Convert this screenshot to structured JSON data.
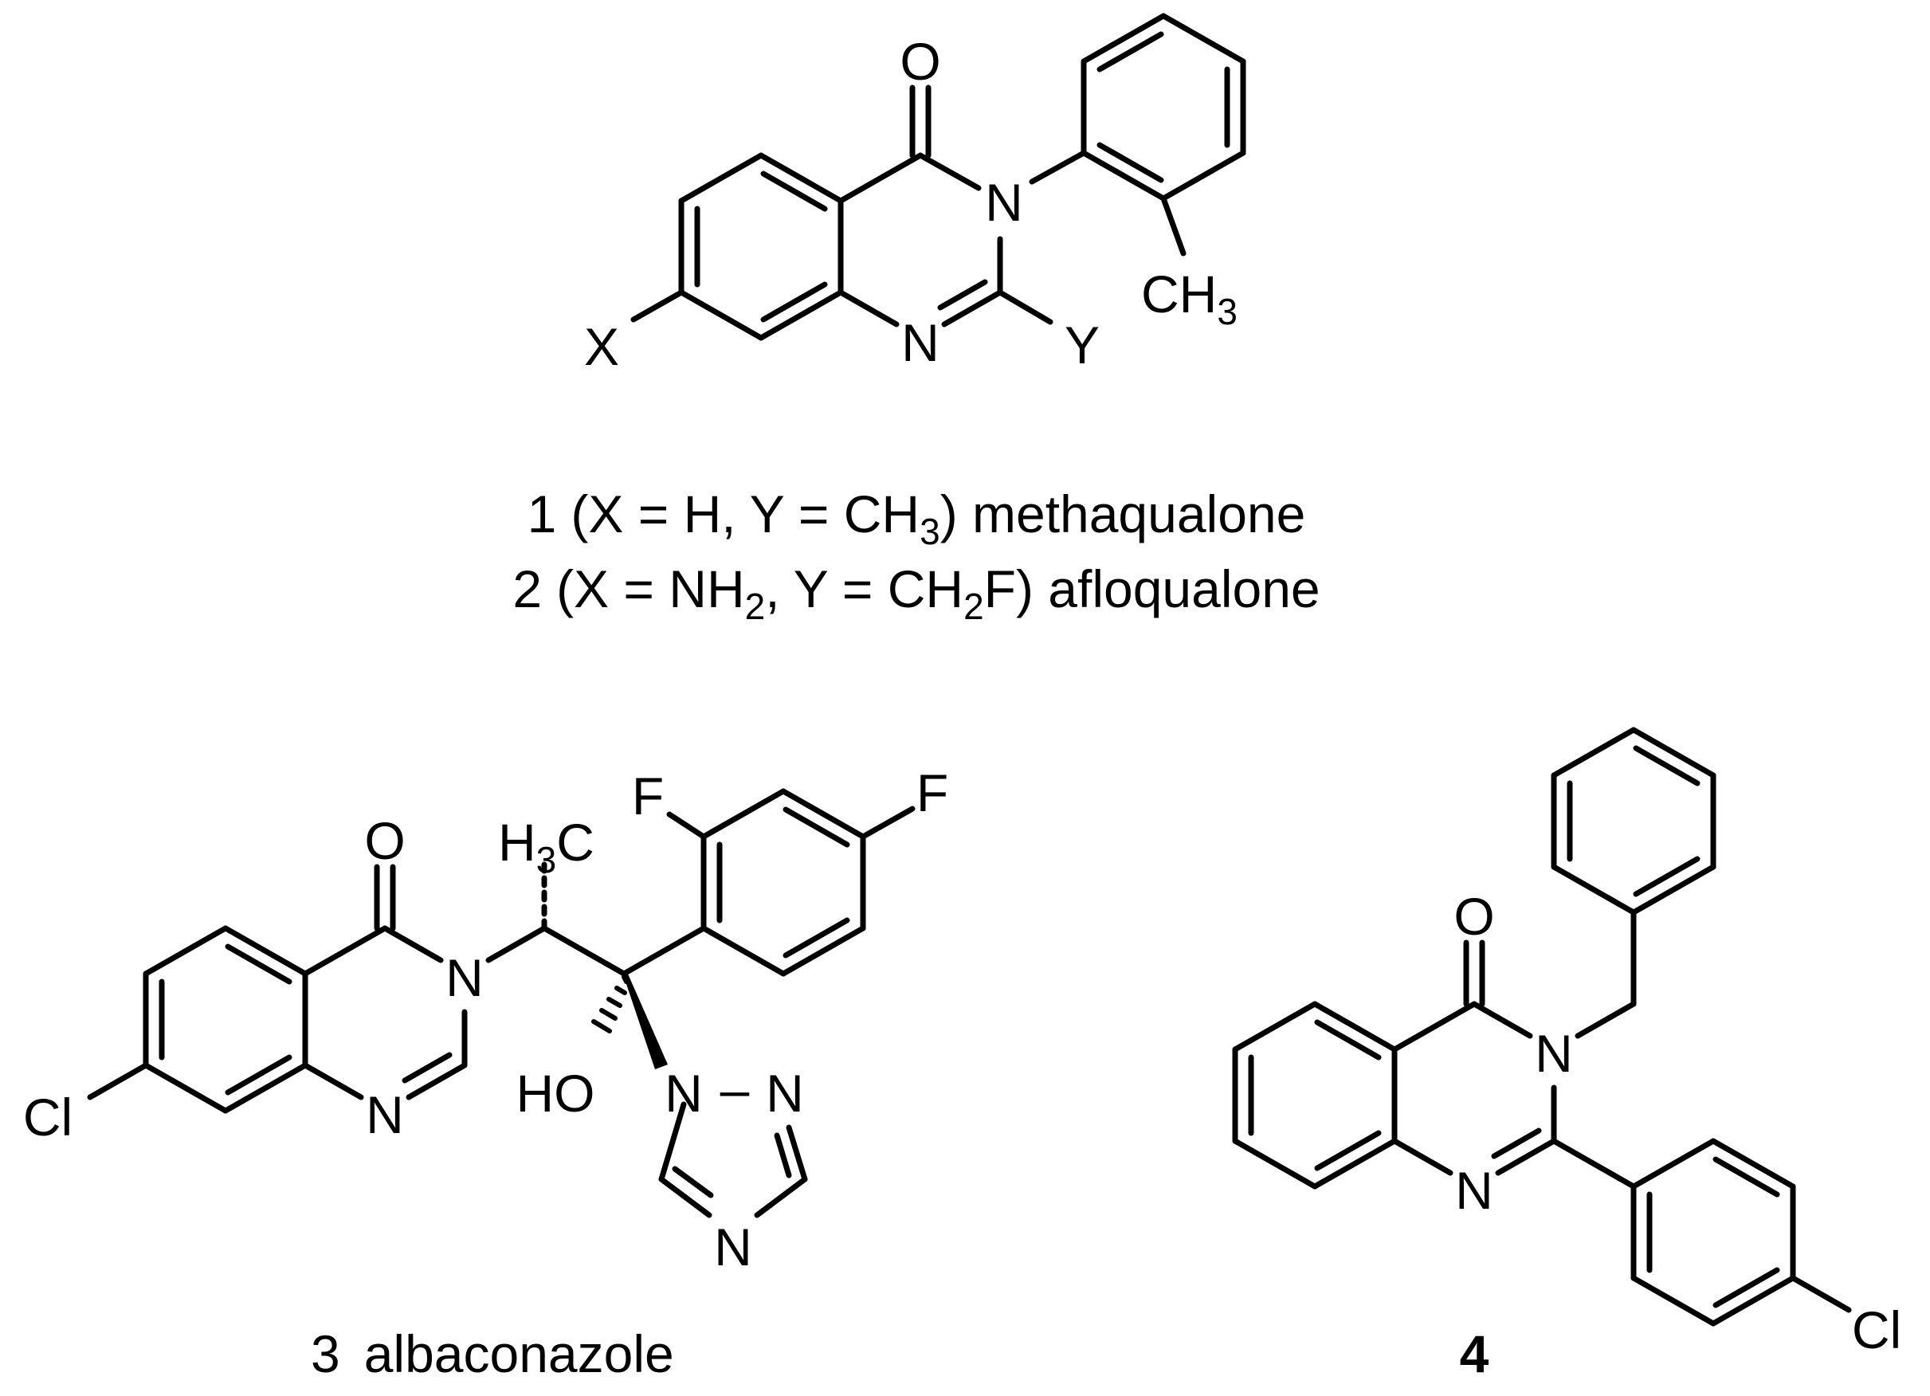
{
  "compound_1_2": {
    "atoms": {
      "O": "O",
      "N3": "N",
      "N1": "N",
      "X": "X",
      "Y": "Y",
      "CH3_main": "CH",
      "CH3_sub": "3"
    },
    "caption_1": {
      "num": "1",
      "a": "(X = H, Y = CH",
      "sub": "3",
      "b": ")  methaqualone"
    },
    "caption_2": {
      "num": "2",
      "a": "(X = NH",
      "sub1": "2",
      "b": ", Y = CH",
      "sub2": "2",
      "c": "F)  afloqualone"
    }
  },
  "compound_3": {
    "atoms": {
      "O": "O",
      "N3": "N",
      "N1": "N",
      "Cl": "Cl",
      "H3C_h": "H",
      "H3C_sub": "3",
      "H3C_c": "C",
      "F1": "F",
      "F2": "F",
      "HO": "HO",
      "Ntri1": "N",
      "Ntri2": "N",
      "Ntri4": "N",
      "bond": "–"
    },
    "caption": {
      "num": "3",
      "name": "albaconazole"
    }
  },
  "compound_4": {
    "atoms": {
      "O": "O",
      "N3": "N",
      "N1": "N",
      "Cl": "Cl"
    },
    "caption": {
      "num": "4"
    }
  }
}
